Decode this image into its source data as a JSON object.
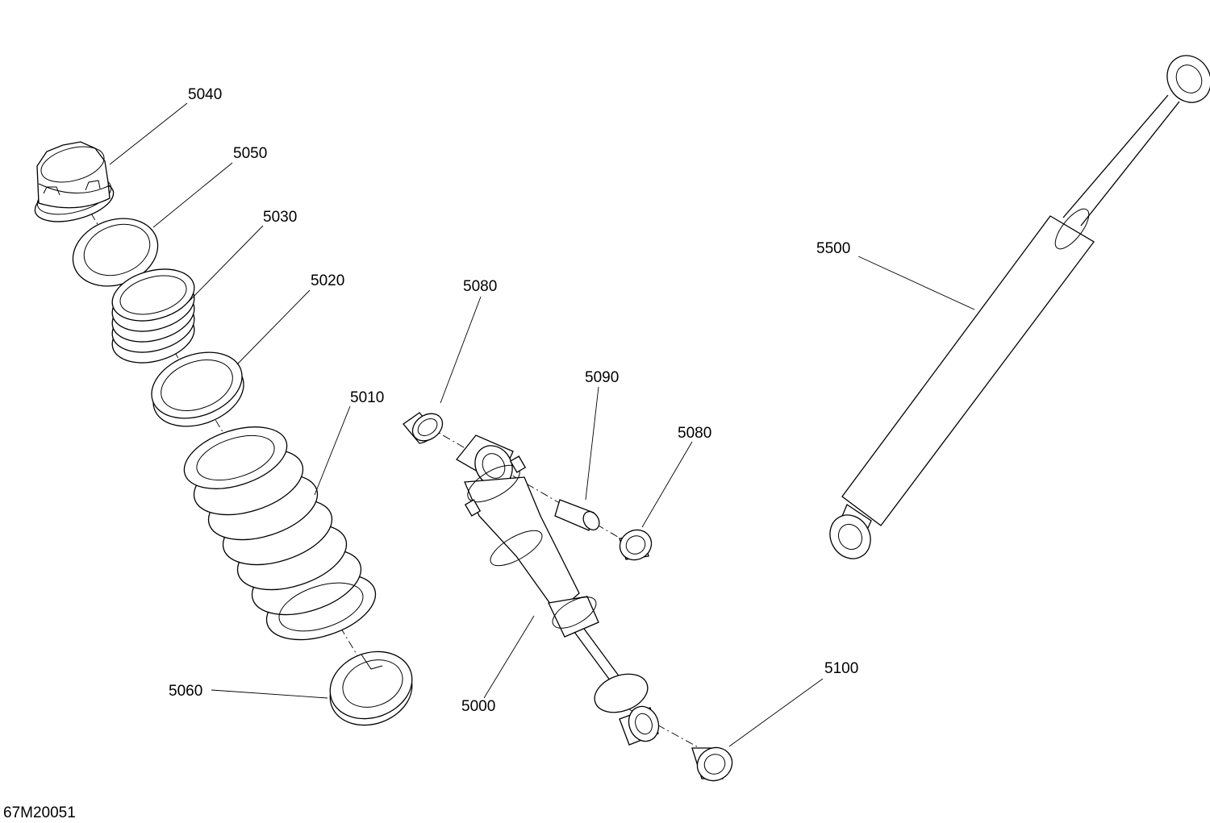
{
  "drawing_id": "67M20051",
  "callouts": [
    {
      "id": "c5040",
      "label": "5040"
    },
    {
      "id": "c5050",
      "label": "5050"
    },
    {
      "id": "c5030",
      "label": "5030"
    },
    {
      "id": "c5020",
      "label": "5020"
    },
    {
      "id": "c5010",
      "label": "5010"
    },
    {
      "id": "c5060",
      "label": "5060"
    },
    {
      "id": "c5080a",
      "label": "5080"
    },
    {
      "id": "c5090",
      "label": "5090"
    },
    {
      "id": "c5080b",
      "label": "5080"
    },
    {
      "id": "c5000",
      "label": "5000"
    },
    {
      "id": "c5100",
      "label": "5100"
    },
    {
      "id": "c5500",
      "label": "5500"
    }
  ]
}
